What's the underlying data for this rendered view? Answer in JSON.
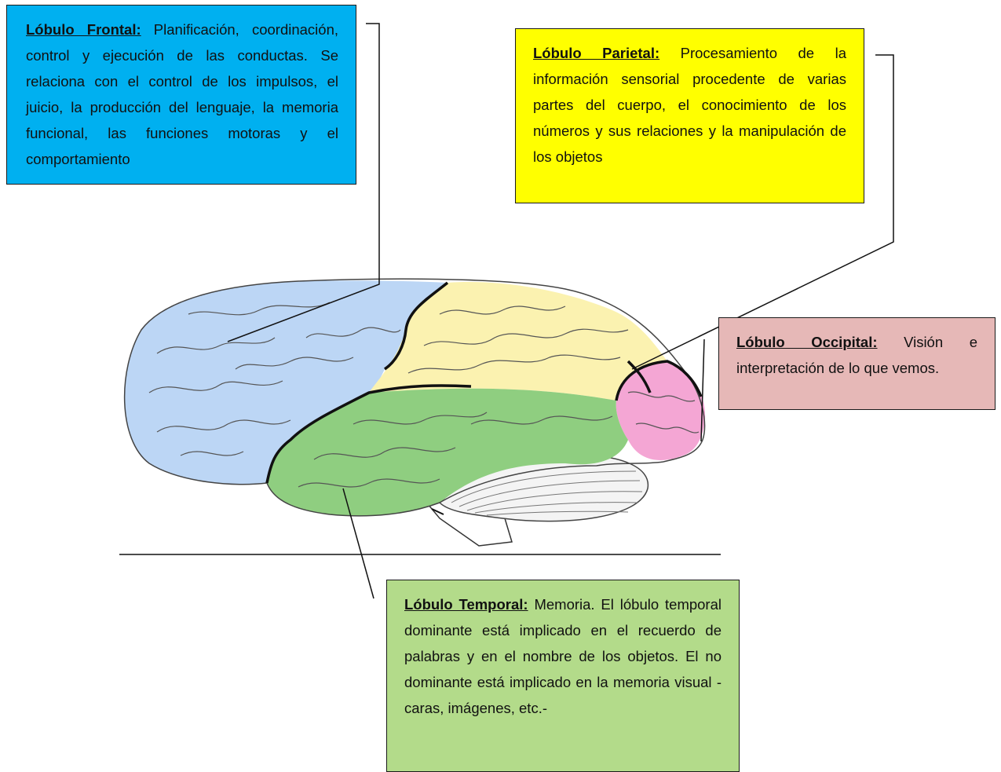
{
  "frontal": {
    "title": "Lóbulo Frontal:",
    "text": " Planificación, coordinación, control y ejecución de las conductas. Se relaciona con el control de los impulsos, el juicio, la producción del lenguaje, la memoria funcional, las funciones motoras y el comportamiento",
    "color": "#00b0f0",
    "region_color": "#bcd6f5"
  },
  "parietal": {
    "title": "Lóbulo Parietal:",
    "text": " Procesamiento de la información sensorial procedente de varias partes del cuerpo, el conocimiento de los números y sus relaciones y la manipulación de los objetos",
    "color": "#ffff00",
    "region_color": "#fbf2b0"
  },
  "occipital": {
    "title": "Lóbulo Occipital:",
    "text": " Visión e interpretación de lo que vemos.",
    "color": "#e6b8b7",
    "region_color": "#f4a6d4"
  },
  "temporal": {
    "title": "Lóbulo Temporal:",
    "text": " Memoria. El lóbulo temporal dominante está implicado en el recuerdo de palabras y en el nombre de los objetos. El no dominante está implicado en la memoria visual -caras, imágenes, etc.-",
    "color": "#b3db8a",
    "region_color": "#8fce80"
  }
}
